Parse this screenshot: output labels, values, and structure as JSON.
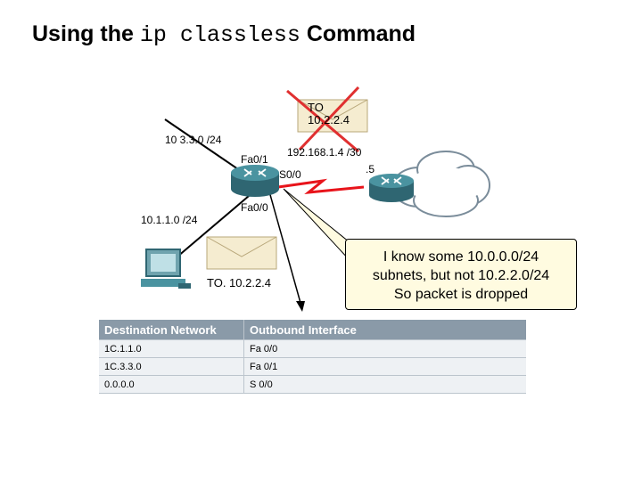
{
  "title": {
    "prefix": "Using the ",
    "command": "ip classless",
    "suffix": " Command"
  },
  "envelope_top": {
    "line1": "TO",
    "line2": "10.2.2.4"
  },
  "envelope_bottom": {
    "label": "TO. 10.2.2.4"
  },
  "labels": {
    "net_top": "10 3.3.0 /24",
    "net_left": "10.1.1.0 /24",
    "fa01": "Fa0/1",
    "fa00": "Fa0/0",
    "s00": "S0/0",
    "serial_net": "192.168.1.4 /30",
    "dot5": ".5"
  },
  "callout": {
    "line1": "I know some 10.0.0.0/24",
    "line2": "subnets, but not 10.2.2.0/24",
    "line3": "So packet is dropped"
  },
  "routing_table": {
    "headers": [
      "Destination Network",
      "Outbound Interface"
    ],
    "rows": [
      [
        "1C.1.1.0",
        "Fa 0/0"
      ],
      [
        "1C.3.3.0",
        "Fa 0/1"
      ],
      [
        "0.0.0.0",
        "S 0/0"
      ]
    ]
  },
  "colors": {
    "router": "#3d7f8c",
    "serial_link": "#e8141b",
    "cross": "#e03030",
    "envelope": "#f5ecd0",
    "callout_bg": "#fffbe0",
    "table_header": "#8a9aa8"
  }
}
